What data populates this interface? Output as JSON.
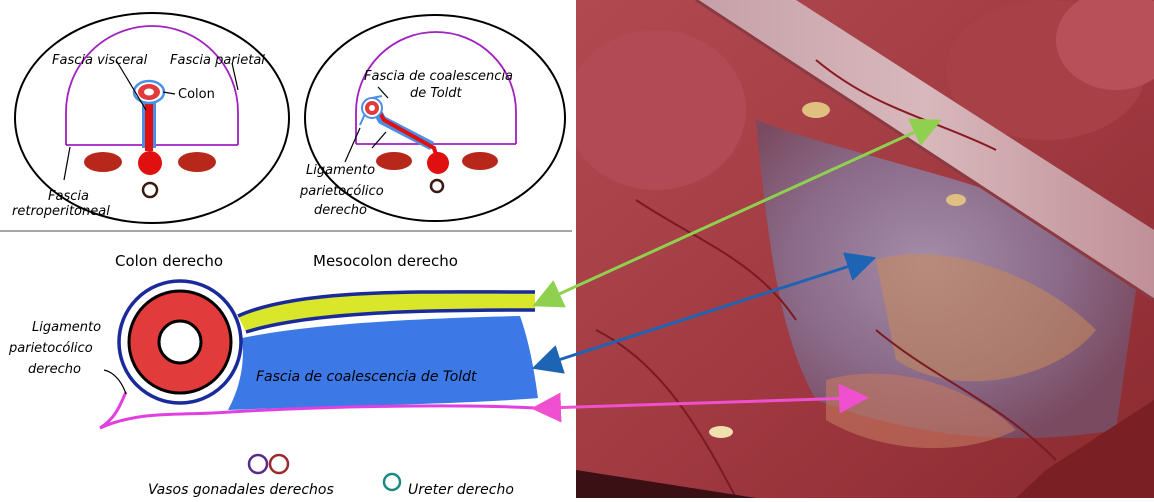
{
  "figure": {
    "top_left_diagram": {
      "labels": {
        "fascia_visceral": "Fascia visceral",
        "fascia_parietal": "Fascia parietal",
        "colon": "Colon",
        "fascia": "Fascia",
        "retroperitoneal": "retroperitoneal"
      }
    },
    "top_right_diagram": {
      "labels": {
        "coalescence_line1": "Fascia de coalescencia",
        "coalescence_line2": "de Toldt",
        "ligament_line1": "Ligamento",
        "ligament_line2": "parietocólico",
        "ligament_line3": "derecho"
      }
    },
    "bottom_diagram": {
      "labels": {
        "colon_derecho": "Colon derecho",
        "mesocolon_derecho": "Mesocolon derecho",
        "ligament_line1": "Ligamento",
        "ligament_line2": "parietocólico",
        "ligament_line3": "derecho",
        "toldt_fascia": "Fascia de coalescencia de Toldt",
        "vasos_gonadales": "Vasos gonadales derechos",
        "ureter_derecho": "Ureter derecho"
      }
    },
    "colors": {
      "parietal_line": "#a020c0",
      "colon_red": "#e23b3b",
      "vessel_red": "#e01010",
      "dark_red": "#b8281a",
      "navy": "#1a2a9a",
      "toldt_blue": "#3c78e6",
      "mesocolon_yellow": "#d9e62a",
      "peritoneum_magenta": "#e040e0",
      "arrow_green": "#8fd14f",
      "arrow_blue": "#1e64b4",
      "arrow_pink": "#f050d0",
      "ureter_teal": "#1a8a82",
      "gonadal_purple": "#5a2a8a",
      "gonadal_red": "#9a2a2a"
    }
  }
}
